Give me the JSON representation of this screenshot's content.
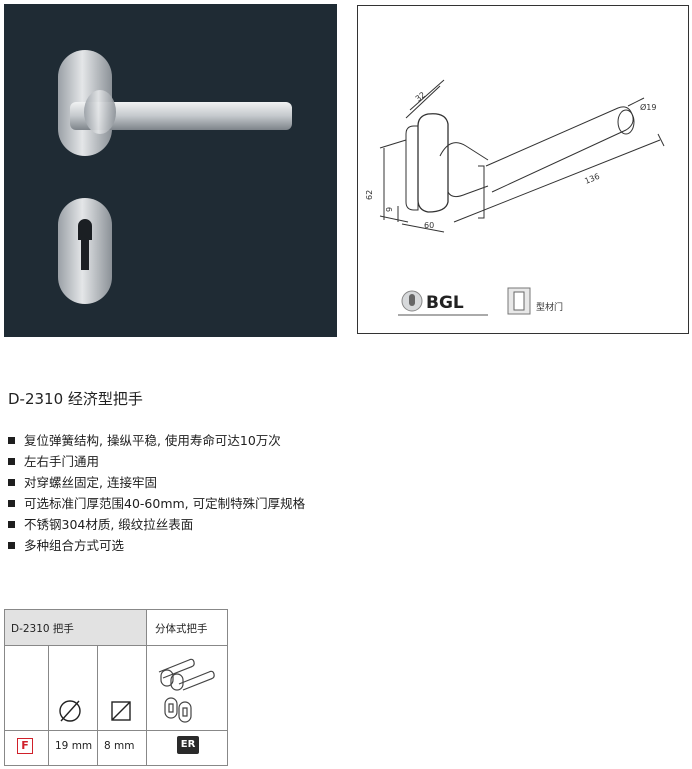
{
  "product": {
    "title": "D-2310 经济型把手"
  },
  "features": [
    "复位弹簧结构, 操纵平稳, 使用寿命可达10万次",
    "左右手门通用",
    "对穿螺丝固定, 连接牢固",
    "可选标准门厚范围40-60mm, 可定制特殊门厚规格",
    "不锈钢304材质, 缎纹拉丝表面",
    "多种组合方式可选"
  ],
  "drawing": {
    "dim_32": "32",
    "dim_19": "Ø19",
    "dim_62": "62",
    "dim_9": "9",
    "dim_60": "60",
    "dim_136": "136",
    "brand": "BGL",
    "profile_label": "型材门"
  },
  "spec_table": {
    "header_left": "D-2310 把手",
    "header_right": "分体式把手",
    "round_value": "19 mm",
    "square_value": "8 mm",
    "fire_badge": "F",
    "er_badge": "ER"
  },
  "colors": {
    "photo_bg": "#1f2b34",
    "fire_red": "#d0202a",
    "header_gray": "#e2e2e2"
  }
}
